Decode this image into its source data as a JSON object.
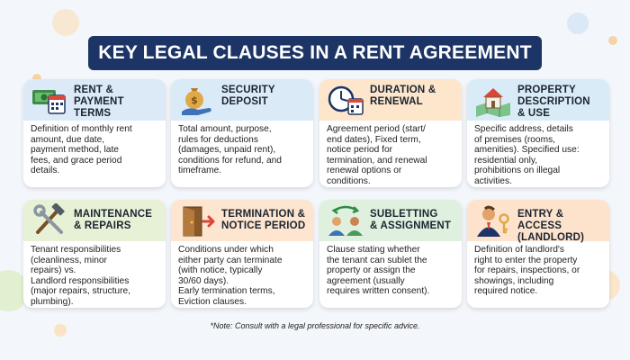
{
  "title": "KEY LEGAL CLAUSES IN A RENT AGREEMENT",
  "cards": [
    {
      "title_lines": [
        "RENT &",
        "PAYMENT",
        "TERMS"
      ],
      "icon": "money-calendar-icon",
      "accent": "#dceaf8",
      "body_lines": [
        "Definition of monthly rent",
        "amount, due date,",
        "payment method, late",
        "fees, and grace period",
        "details."
      ]
    },
    {
      "title_lines": [
        "SECURITY",
        "DEPOSIT"
      ],
      "icon": "money-bag-hand-icon",
      "accent": "#dbeaf7",
      "body_lines": [
        "Total amount, purpose,",
        "rules for deductions",
        "(damages, unpaid rent),",
        "conditions for refund, and",
        "timeframe."
      ]
    },
    {
      "title_lines": [
        "DURATION &",
        "RENEWAL"
      ],
      "icon": "clock-calendar-icon",
      "accent": "#fde6cc",
      "body_lines": [
        "Agreement period (start/",
        "end dates), Fixed term,",
        "notice period for",
        "termination, and renewal",
        "renewal options or",
        "conditions."
      ]
    },
    {
      "title_lines": [
        "PROPERTY",
        "DESCRIPTION",
        "& USE"
      ],
      "icon": "house-map-icon",
      "accent": "#d9ebf6",
      "body_lines": [
        "Specific address, details",
        "of premises (rooms,",
        "amenities). Specified use:",
        "residential only,",
        "prohibitions on illegal",
        "activities."
      ]
    },
    {
      "title_lines": [
        "MAINTENANCE",
        "& REPAIRS"
      ],
      "icon": "hammer-wrench-icon",
      "accent": "#e6f1d6",
      "body_lines": [
        "Tenant responsibilities",
        "(cleanliness, minor",
        "repairs) vs.",
        "Landlord responsibilities",
        "(major repairs, structure,",
        "plumbing)."
      ]
    },
    {
      "title_lines": [
        "TERMINATION &",
        "NOTICE PERIOD"
      ],
      "icon": "door-exit-icon",
      "accent": "#fde5cf",
      "body_lines": [
        "Conditions under which",
        "either party can terminate",
        "(with notice, typically",
        "30/60 days).",
        "Early termination terms,",
        "Eviction clauses."
      ]
    },
    {
      "title_lines": [
        "SUBLETTING",
        "& ASSIGNMENT"
      ],
      "icon": "people-swap-icon",
      "accent": "#dff0df",
      "body_lines": [
        "Clause stating whether",
        "the tenant can sublet the",
        "property or assign the",
        "agreement (usually",
        "requires written consent)."
      ]
    },
    {
      "title_lines": [
        "ENTRY & ACCESS",
        "(LANDLORD)"
      ],
      "icon": "landlord-key-icon",
      "accent": "#fde3cc",
      "body_lines": [
        "Definition of landlord's",
        "right to enter the property",
        "for repairs, inspections, or",
        "showings, including",
        "required notice."
      ]
    }
  ],
  "note": "*Note: Consult with a legal professional for specific advice."
}
